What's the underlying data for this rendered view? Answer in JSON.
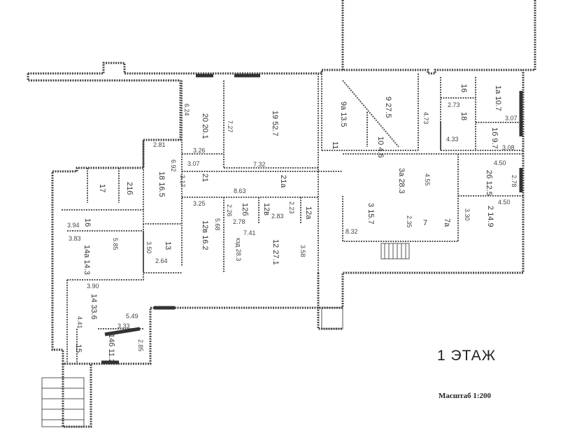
{
  "floor_title": "1  ЭТАЖ",
  "scale_label": "Масштаб 1:200",
  "rooms": [
    {
      "id": "20",
      "area": "20.1"
    },
    {
      "id": "19",
      "area": "52.7"
    },
    {
      "id": "9a",
      "area": "13.5"
    },
    {
      "id": "9",
      "area": "27.5"
    },
    {
      "id": "10",
      "area": "4.6"
    },
    {
      "id": "11",
      "area": ""
    },
    {
      "id": "16",
      "area": ""
    },
    {
      "id": "18",
      "area": ""
    },
    {
      "id": "1a",
      "area": "10.7"
    },
    {
      "id": "1б",
      "area": "9.7"
    },
    {
      "id": "3a",
      "area": "28.3"
    },
    {
      "id": "3",
      "area": "15.7"
    },
    {
      "id": "2б",
      "area": "12.5"
    },
    {
      "id": "2",
      "area": "14.9"
    },
    {
      "id": "21",
      "area": ""
    },
    {
      "id": "21a",
      "area": ""
    },
    {
      "id": "18",
      "area": "16.5"
    },
    {
      "id": "12в",
      "area": "16.2"
    },
    {
      "id": "12б",
      "area": ""
    },
    {
      "id": "12a",
      "area": ""
    },
    {
      "id": "12",
      "area": "27.1"
    },
    {
      "id": "13",
      "area": ""
    },
    {
      "id": "14a",
      "area": "14.3"
    },
    {
      "id": "14",
      "area": "33.6"
    },
    {
      "id": "14б",
      "area": "11.2"
    },
    {
      "id": "15",
      "area": ""
    },
    {
      "id": "16",
      "area": ""
    },
    {
      "id": "17",
      "area": ""
    },
    {
      "id": "21б",
      "area": ""
    },
    {
      "id": "12в",
      "area": ""
    },
    {
      "id": "7",
      "area": ""
    },
    {
      "id": "7a",
      "area": ""
    }
  ],
  "dimensions": [
    "6.24",
    "3.26",
    "7.27",
    "7.32",
    "2.81",
    "6.92",
    "3.07",
    "3.17",
    "8.63",
    "3.25",
    "5.68",
    "2.26",
    "2.78",
    "2.83",
    "2.23",
    "7.41",
    "3.58",
    "3.50",
    "2.64",
    "3.94",
    "3.83",
    "5.85",
    "3.90",
    "4.41",
    "5.49",
    "3.33",
    "2.85",
    "4.73",
    "2.73",
    "4.33",
    "3.07",
    "3.08",
    "4.55",
    "4.50",
    "2.78",
    "4.50",
    "3.30",
    "2.35",
    "8.32",
    "кзд 28.3"
  ]
}
